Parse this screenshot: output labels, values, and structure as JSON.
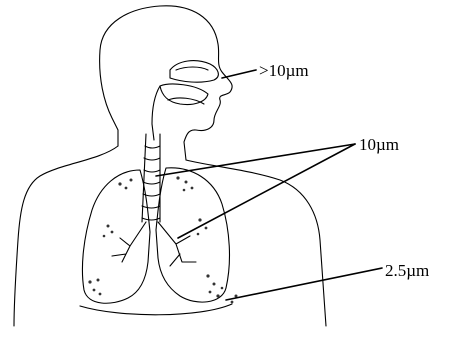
{
  "labels": {
    "nasal": ">10µm",
    "bronchi": "10µm",
    "alveoli": "2.5µm"
  },
  "colors": {
    "stroke": "#000000",
    "background": "#ffffff",
    "particle": "#333333"
  }
}
